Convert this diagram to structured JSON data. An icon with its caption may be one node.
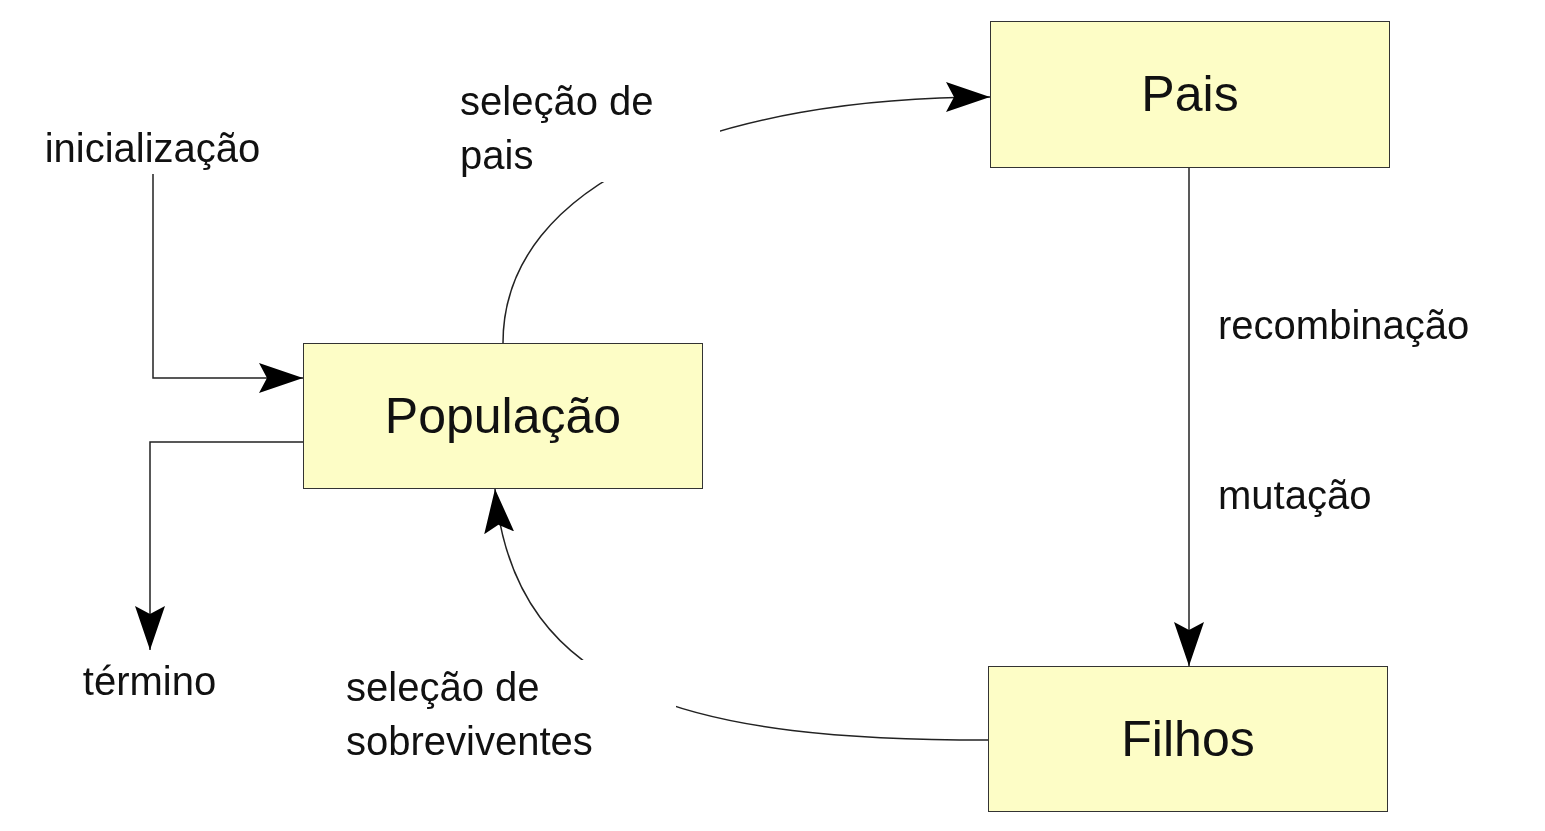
{
  "diagram": {
    "nodes": [
      {
        "text": [
          "inicialização"
        ]
      },
      {
        "text": [
          "População"
        ]
      },
      {
        "text": [
          "Pais"
        ]
      },
      {
        "text": [
          "Filhos"
        ]
      },
      {
        "text": [
          "término"
        ]
      }
    ],
    "edges": [
      {
        "from": 0,
        "to": 1,
        "arrow": "to"
      },
      {
        "from": 1,
        "to": 2,
        "arrow": "to",
        "label": "seleção de pais"
      },
      {
        "from": 2,
        "to": 3,
        "arrow": "to",
        "label": "recombinação"
      },
      {
        "from": 3,
        "to": 1,
        "arrow": "to",
        "label": "seleção de sobreviventes"
      },
      {
        "from": 1,
        "to": 4,
        "arrow": "to"
      }
    ],
    "labels": [
      "mutação"
    ]
  }
}
